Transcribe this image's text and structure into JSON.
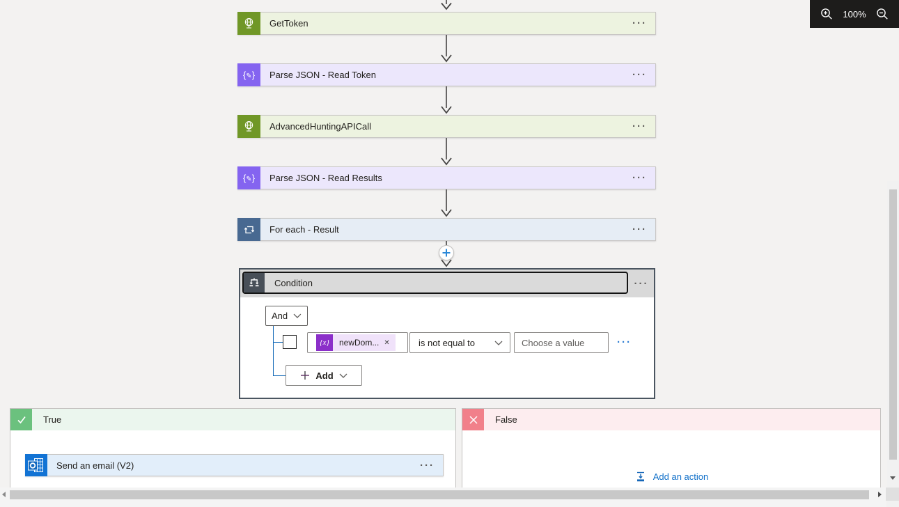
{
  "ui": {
    "ellipsis": "···"
  },
  "zoom_controls": {
    "zoom_in_icon": "zoom-in-magnifier-icon",
    "zoom_level": "100%",
    "zoom_out_icon": "zoom-out-magnifier-icon"
  },
  "flow": {
    "actions": [
      {
        "title": "GetToken",
        "icon": "globe-icon",
        "icon_color": "#709727",
        "bar_color": "#edf3e0"
      },
      {
        "title": "Parse JSON - Read Token",
        "icon": "braces-pencil-icon",
        "icon_color": "#8464f0",
        "bar_color": "#ece7fc"
      },
      {
        "title": "AdvancedHuntingAPICall",
        "icon": "globe-icon",
        "icon_color": "#709727",
        "bar_color": "#edf3e0"
      },
      {
        "title": "Parse JSON - Read Results",
        "icon": "braces-pencil-icon",
        "icon_color": "#8464f0",
        "bar_color": "#ece7fc"
      },
      {
        "title": "For each - Result",
        "icon": "foreach-loop-icon",
        "icon_color": "#486991",
        "bar_color": "#e6edf5"
      }
    ],
    "insert_step_icon": "plus-circle-icon",
    "condition": {
      "title": "Condition",
      "icon": "branch-icon",
      "icon_color": "#484f58",
      "group_operator": "And",
      "row": {
        "operand1_token": {
          "badge": "{x}",
          "label": "newDom...",
          "remove_icon": "✕",
          "badge_color": "#8b2fc9",
          "chip_color": "#f0e2fa"
        },
        "operator": "is not equal to",
        "value_placeholder": "Choose a value"
      },
      "add_button_label": "Add"
    },
    "branches": {
      "true_branch": {
        "label": "True",
        "icon": "check-icon",
        "icon_color": "#6bc17e",
        "header_color": "#ebf6ee",
        "actions": [
          {
            "title": "Send an email (V2)",
            "icon": "outlook-icon",
            "icon_color": "#1273d4",
            "bar_color": "#e2eefa"
          }
        ]
      },
      "false_branch": {
        "label": "False",
        "icon": "x-icon",
        "icon_color": "#f1808a",
        "header_color": "#fdedef",
        "add_action_label": "Add an action"
      }
    }
  },
  "colors": {
    "canvas": "#f3f2f1",
    "accent_blue": "#0078d4",
    "connector_line": "#454443",
    "condition_border": "#4a5560",
    "tree_line": "#1067b6",
    "zoom_bar_bg": "#1d1c1b"
  }
}
